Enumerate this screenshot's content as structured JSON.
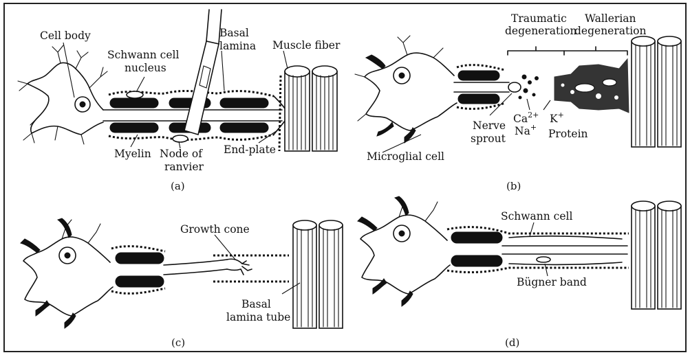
{
  "panels": {
    "a": {
      "caption": "(a)",
      "labels": {
        "cell_body": "Cell body",
        "schwann_nucleus_1": "Schwann cell",
        "schwann_nucleus_2": "nucleus",
        "basal_lamina_1": "Basal",
        "basal_lamina_2": "lamina",
        "muscle_fiber": "Muscle fiber",
        "myelin": "Myelin",
        "node_1": "Node of",
        "node_2": "ranvier",
        "end_plate": "End-plate"
      }
    },
    "b": {
      "caption": "(b)",
      "labels": {
        "traumatic_1": "Traumatic",
        "traumatic_2": "degeneration",
        "wallerian_1": "Wallerian",
        "wallerian_2": "degeneration",
        "microglial": "Microglial cell",
        "nerve_sprout_1": "Nerve",
        "nerve_sprout_2": "sprout",
        "ca": "Ca",
        "ca_sup": "2+",
        "na": "Na",
        "na_sup": "+",
        "k": "K",
        "k_sup": "+",
        "protein": "Protein"
      }
    },
    "c": {
      "caption": "(c)",
      "labels": {
        "growth_cone": "Growth cone",
        "basal_tube_1": "Basal",
        "basal_tube_2": "lamina tube"
      }
    },
    "d": {
      "caption": "(d)",
      "labels": {
        "schwann_cell": "Schwann cell",
        "bugner_band": "Bügner band"
      }
    }
  }
}
